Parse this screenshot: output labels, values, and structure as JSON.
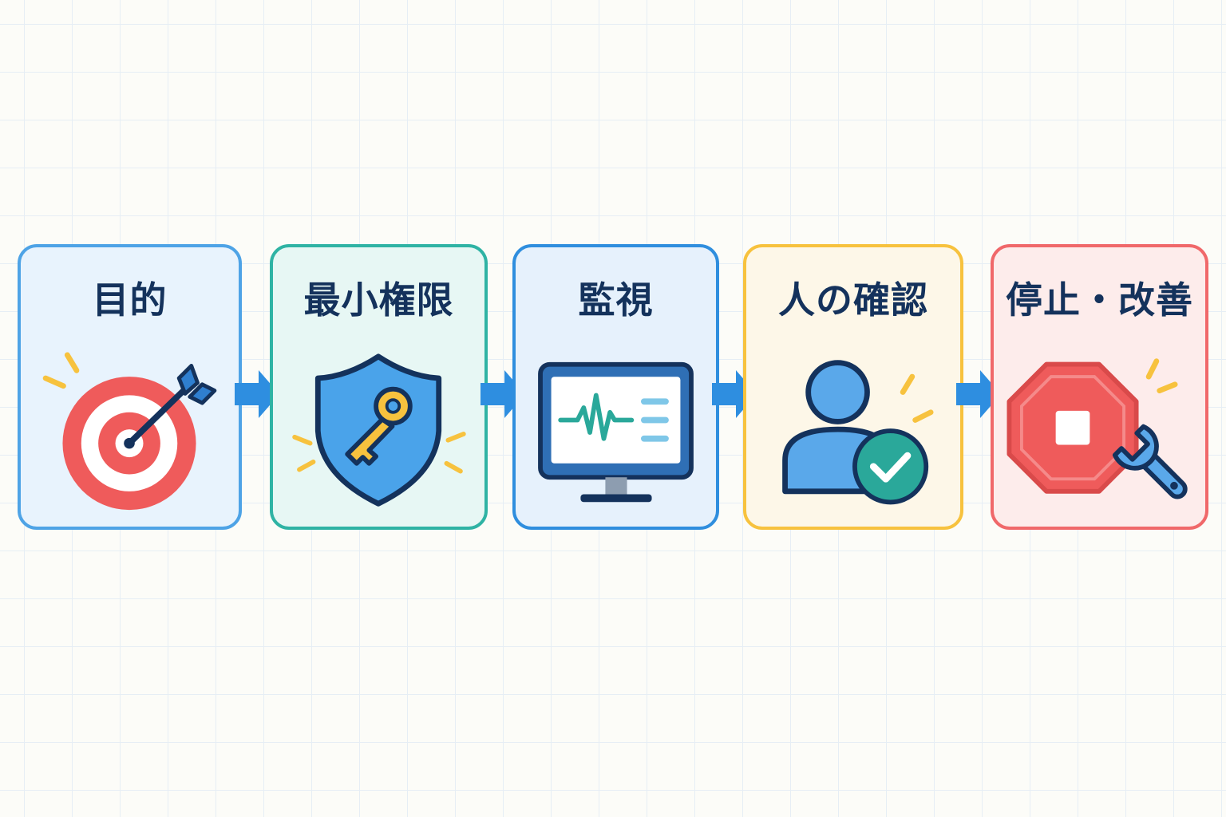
{
  "steps": [
    {
      "title": "目的",
      "icon": "target-arrow-icon",
      "border_color": "#4ea3e6",
      "fill_color": "#e8f3fd"
    },
    {
      "title": "最小権限",
      "icon": "shield-key-icon",
      "border_color": "#2fb3a4",
      "fill_color": "#e7f7f4"
    },
    {
      "title": "監視",
      "icon": "monitor-pulse-icon",
      "border_color": "#2f8ede",
      "fill_color": "#e6f1fc"
    },
    {
      "title": "人の確認",
      "icon": "person-check-icon",
      "border_color": "#f7c23e",
      "fill_color": "#fdf7e8"
    },
    {
      "title": "停止・改善",
      "icon": "stop-wrench-icon",
      "border_color": "#f0686a",
      "fill_color": "#fdeceb"
    }
  ],
  "arrow_color": "#2e8ee0",
  "accent_colors": {
    "navy": "#14325c",
    "red": "#ef5b5b",
    "blue": "#4aa3ea",
    "yellow": "#f7c23e",
    "teal": "#2aa89a"
  }
}
